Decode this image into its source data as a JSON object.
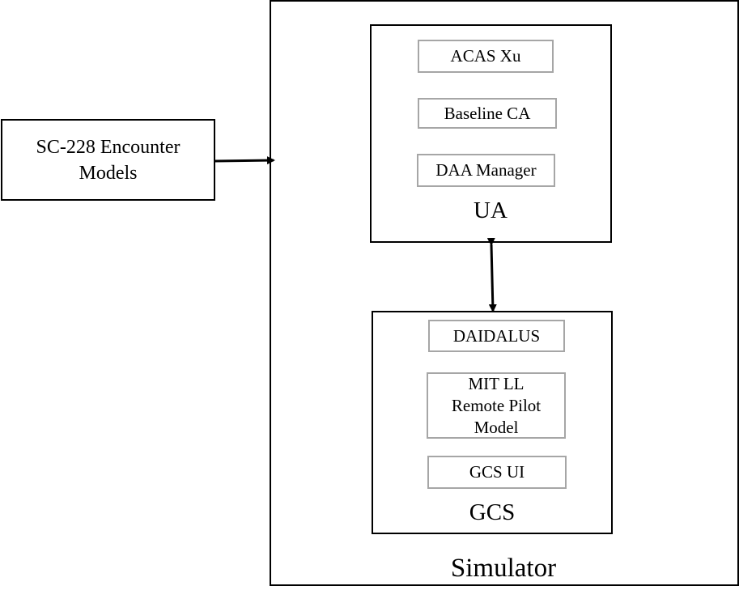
{
  "source_block": {
    "label": "SC-228 Encounter\nModels"
  },
  "simulator": {
    "label": "Simulator"
  },
  "ua": {
    "label": "UA",
    "components": [
      "ACAS Xu",
      "Baseline CA",
      "DAA Manager"
    ]
  },
  "gcs": {
    "label": "GCS",
    "components": [
      "DAIDALUS",
      "MIT LL\nRemote Pilot\nModel",
      "GCS UI"
    ]
  },
  "colors": {
    "outer_border": "#000000",
    "inner_border": "#a6a6a6",
    "arrow": "#000000"
  }
}
